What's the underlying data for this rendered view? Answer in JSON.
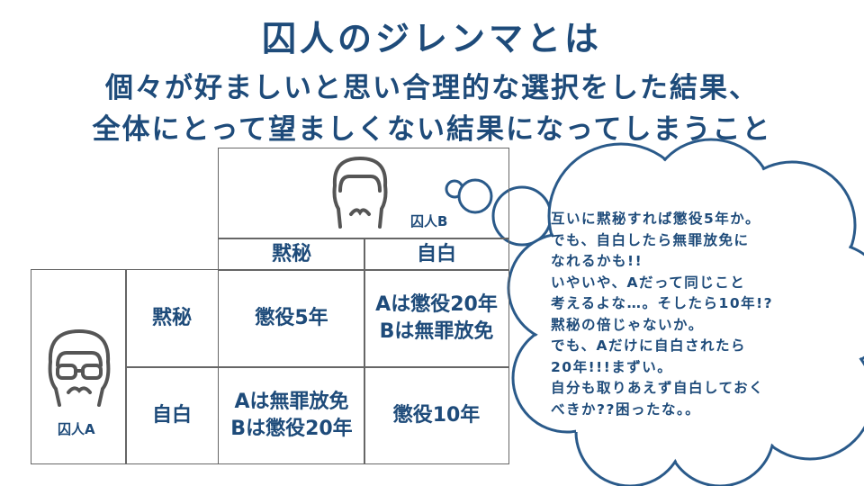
{
  "title": "囚人のジレンマとは",
  "subtitle": [
    "個々が好ましいと思い合理的な選択をした結果、",
    "全体にとって望ましくない結果になってしまうこと"
  ],
  "matrix": {
    "prisoner_b_label": "囚人B",
    "prisoner_a_label": "囚人A",
    "column_headers": [
      "黙秘",
      "自白"
    ],
    "row_headers": [
      "黙秘",
      "自白"
    ],
    "cells": [
      [
        [
          "懲役5年"
        ],
        [
          "Aは懲役20年",
          "Bは無罪放免"
        ]
      ],
      [
        [
          "Aは無罪放免",
          "Bは懲役20年"
        ],
        [
          "懲役10年"
        ]
      ]
    ]
  },
  "thought_bubble": {
    "lines": [
      "互いに黙秘すれば懲役5年か。",
      "でも、自白したら無罪放免に",
      "なれるかも!!",
      "いやいや、Aだって同じこと",
      "考えるよな…。そしたら10年!?",
      "黙秘の倍じゃないか。",
      "でも、Aだけに自白されたら",
      "20年!!!まずい。",
      "自分も取りあえず自白しておく",
      "べきか??困ったな。。"
    ]
  },
  "colors": {
    "text": "#1e4b7a",
    "border": "#666666",
    "icon": "#555555"
  }
}
